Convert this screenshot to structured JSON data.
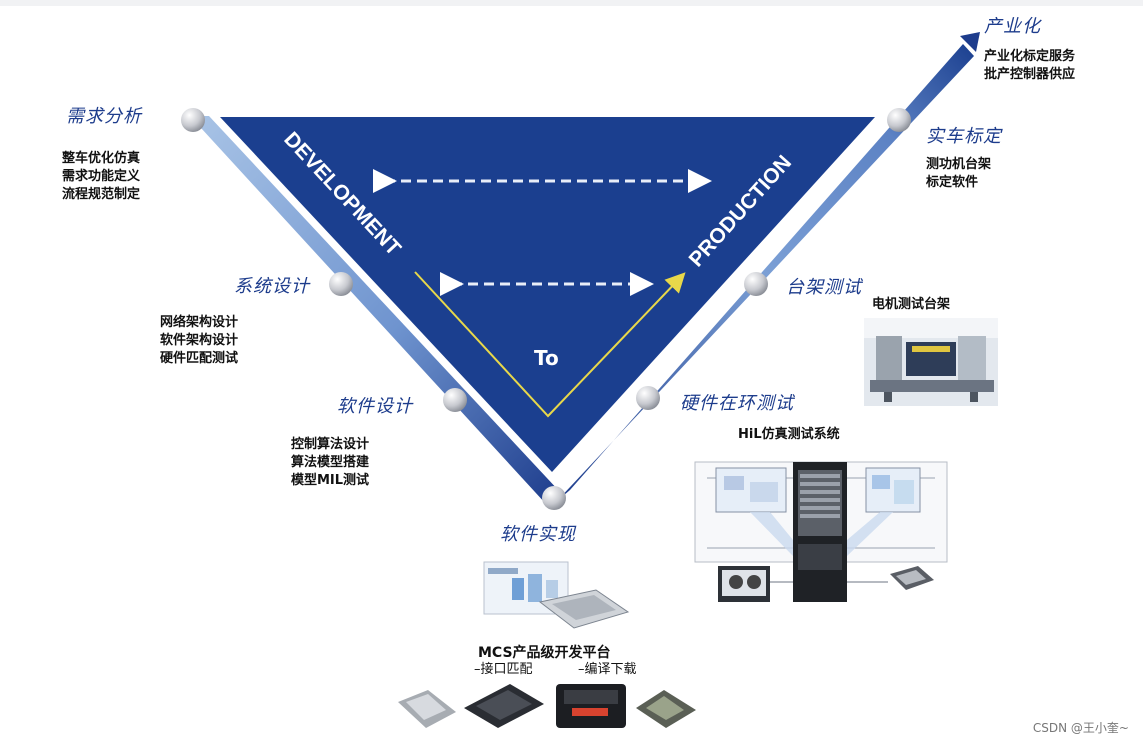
{
  "diagram": {
    "inner_left_text": "DEVELOPMENT",
    "inner_right_text": "PRODUCTION",
    "inner_center_text": "To",
    "colors": {
      "triangle": "#1b3f8f",
      "arm_light": "#8fb0dc",
      "arm_dark": "#24458f",
      "yellow": "#e8d84a"
    }
  },
  "stages": {
    "requirements": {
      "title": "需求分析",
      "items": [
        "整车优化仿真",
        "需求功能定义",
        "流程规范制定"
      ]
    },
    "system_design": {
      "title": "系统设计",
      "items": [
        "网络架构设计",
        "软件架构设计",
        "硬件匹配测试"
      ]
    },
    "software_design": {
      "title": "软件设计",
      "items": [
        "控制算法设计",
        "算法模型搭建",
        "模型MIL测试"
      ]
    },
    "implementation": {
      "title": "软件实现"
    },
    "hil_test": {
      "title": "硬件在环测试",
      "caption": "HiL仿真测试系统"
    },
    "bench_test": {
      "title": "台架测试",
      "caption": "电机测试台架"
    },
    "vehicle_calibration": {
      "title": "实车标定",
      "items": [
        "测功机台架",
        "标定软件"
      ]
    },
    "industrialization": {
      "title": "产业化",
      "items": [
        "产业化标定服务",
        "批产控制器供应"
      ]
    }
  },
  "platform": {
    "title": "MCS产品级开发平台",
    "features": [
      "–接口匹配",
      "–编译下载"
    ]
  },
  "watermark": "CSDN @王小奎~"
}
